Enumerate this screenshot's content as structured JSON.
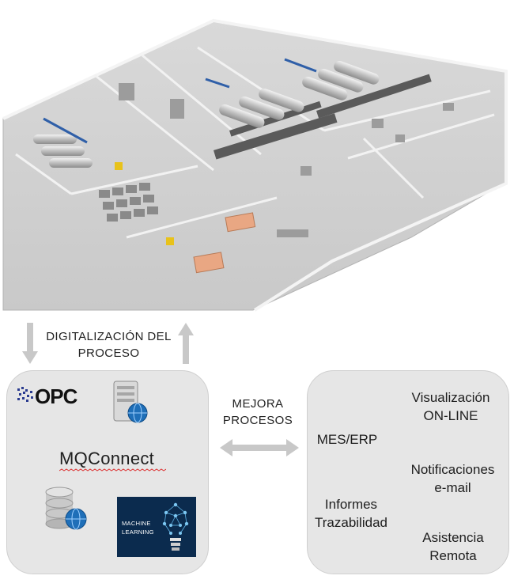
{
  "top_label": {
    "line1": "DIGITALIZACIÓN DEL",
    "line2": "PROCESO"
  },
  "middle_label": {
    "line1": "MEJORA",
    "line2": "PROCESOS"
  },
  "left_panel": {
    "title": "MQConnect",
    "opc_logo_text": "OPC",
    "ml_text_line1": "MACHINE",
    "ml_text_line2": "LEARNING"
  },
  "right_panel": {
    "mes": "MES/ERP",
    "vis1": "Visualización",
    "vis2": "ON-LINE",
    "not1": "Notificaciones",
    "not2": "e-mail",
    "inf1": "Informes",
    "inf2": "Trazabilidad",
    "asi1": "Asistencia",
    "asi2": "Remota"
  },
  "colors": {
    "panel": "#e6e6e6",
    "arrow": "#c8c8c8",
    "ml_bg": "#0b2b4e",
    "globe": "#1f6fb8"
  }
}
